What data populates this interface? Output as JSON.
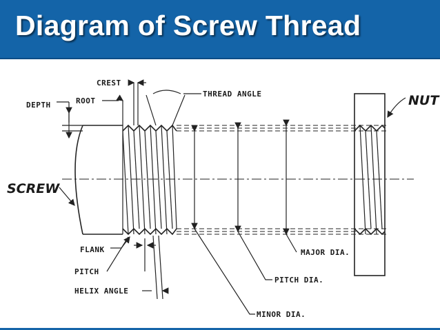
{
  "title": "Diagram of Screw Thread",
  "labels": {
    "crest": "CREST",
    "root": "ROOT",
    "depth": "DEPTH",
    "thread_angle": "THREAD ANGLE",
    "nut": "NUT",
    "screw": "SCREW",
    "flank": "FLANK",
    "pitch": "PITCH",
    "helix_angle": "HELIX ANGLE",
    "major_dia": "MAJOR DIA.",
    "pitch_dia": "PITCH DIA.",
    "minor_dia": "MINOR DIA."
  },
  "colors": {
    "title_bar": "#1464a8",
    "title_text": "#ffffff"
  }
}
